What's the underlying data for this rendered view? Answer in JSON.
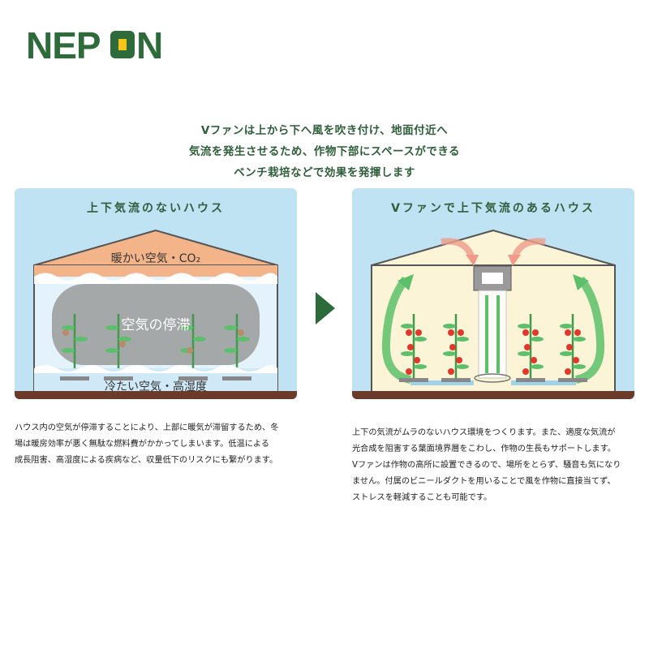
{
  "brand": {
    "logo_text": "NEPON",
    "green": "#2e6b3a",
    "yellow": "#f5c518"
  },
  "headline": [
    "Vファンは上から下へ風を吹き付け、地面付近へ",
    "気流を発生させるため、作物下部にスペースができる",
    "ベンチ栽培などで効果を発揮します"
  ],
  "left_panel": {
    "title": "上下気流のないハウス",
    "warm_label": "暖かい空気・CO₂",
    "stagnant_label": "空気の停滞",
    "cold_label": "冷たい空気・高湿度"
  },
  "right_panel": {
    "title": "Vファンで上下気流のあるハウス"
  },
  "left_description": [
    "ハウス内の空気が停滞することにより、上部に暖気が滞留するため、冬",
    "場は暖房効率が悪く無駄な燃料費がかかってしまいます。低温による",
    "成長阻害、高湿度による疾病など、収量低下のリスクにも繋がります。"
  ],
  "right_description": [
    "上下の気流がムラのないハウス環境をつくります。また、適度な気流が",
    "光合成を阻害する葉面境界層をこわし、作物の生長もサポートします。",
    "Vファンは作物の高所に設置できるので、場所をとらず、騒音も気になり",
    "ません。付属のビニールダクトを用いることで風を作物に直接当てず、",
    "ストレスを軽減することも可能です。"
  ],
  "colors": {
    "sky": "#bfe3f3",
    "soil": "#6b3a2a",
    "warm": "#f4b48a",
    "cold": "#cfe9f7",
    "accent": "#2e5e3a",
    "arrow_green": "#5cbf6a",
    "arrow_pink": "#f09b8a"
  },
  "icons": {
    "next_arrow": "triangle-right-icon"
  }
}
